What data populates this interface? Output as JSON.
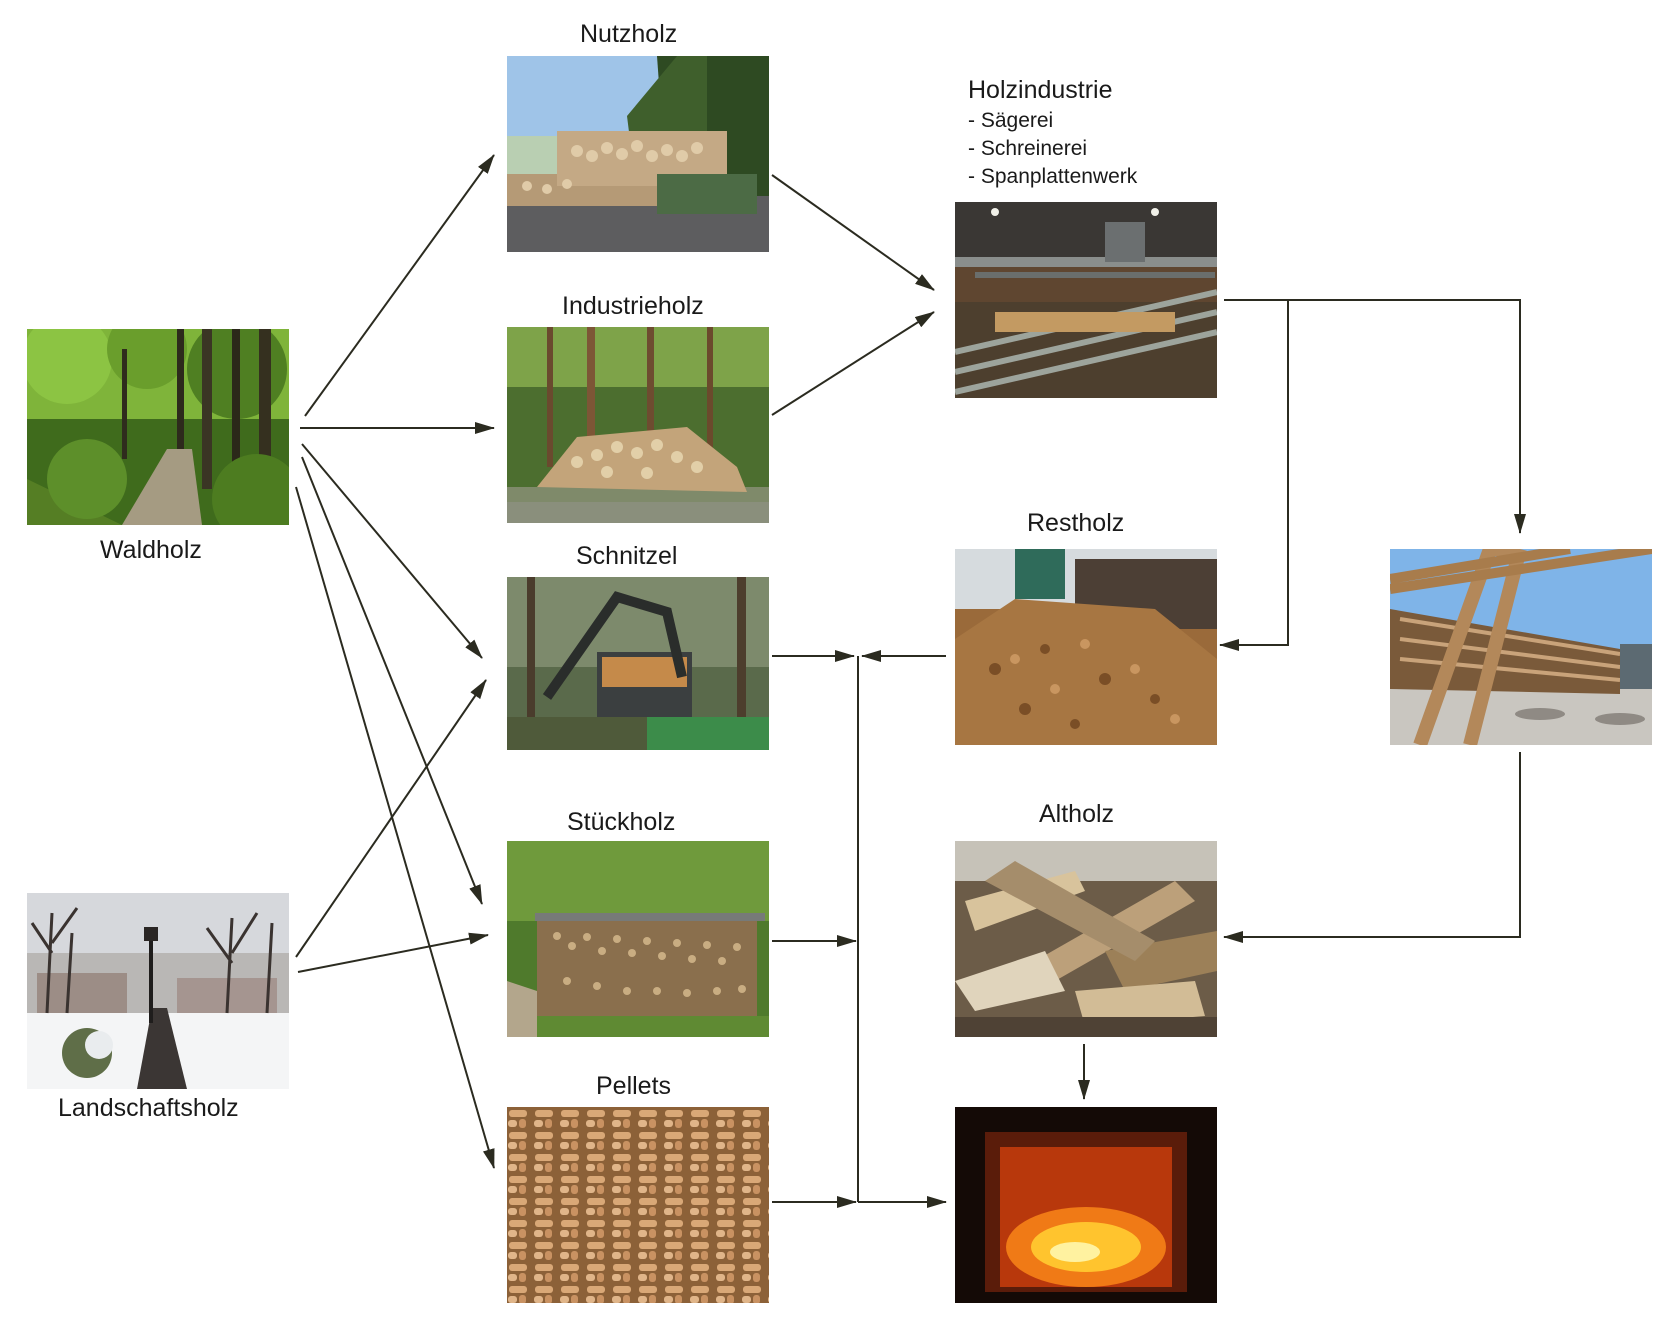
{
  "nodes": {
    "waldholz": {
      "label": "Waldholz"
    },
    "landschaftsholz": {
      "label": "Landschaftsholz"
    },
    "nutzholz": {
      "label": "Nutzholz"
    },
    "industrieholz": {
      "label": "Industrieholz"
    },
    "schnitzel": {
      "label": "Schnitzel"
    },
    "stueckholz": {
      "label": "Stückholz"
    },
    "pellets": {
      "label": "Pellets"
    },
    "holzindustrie": {
      "label": "Holzindustrie",
      "items": [
        "- Sägerei",
        "- Schreinerei",
        "- Spanplattenwerk"
      ]
    },
    "restholz": {
      "label": "Restholz"
    },
    "altholz": {
      "label": "Altholz"
    }
  },
  "colors": {
    "arrow": "#2b2b20"
  }
}
